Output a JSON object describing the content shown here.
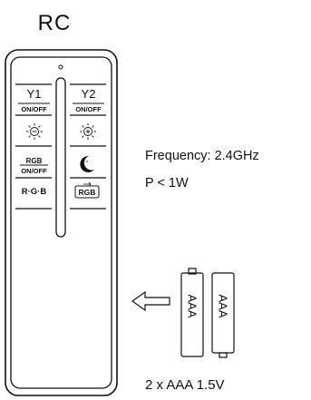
{
  "title": "RC",
  "remote": {
    "y1": "Y1",
    "y1_sub": "ON/OFF",
    "y2": "Y2",
    "y2_sub": "ON/OFF",
    "rgb": "RGB",
    "rgb_sub": "ON/OFF",
    "rgb_channels": "R·G·B",
    "rgb_cycle": "RGB"
  },
  "specs": {
    "frequency": "Frequency: 2.4GHz",
    "power": "P < 1W"
  },
  "batteries": {
    "label_1": "AAA",
    "label_2": "AAA",
    "spec": "2 x AAA 1.5V"
  }
}
